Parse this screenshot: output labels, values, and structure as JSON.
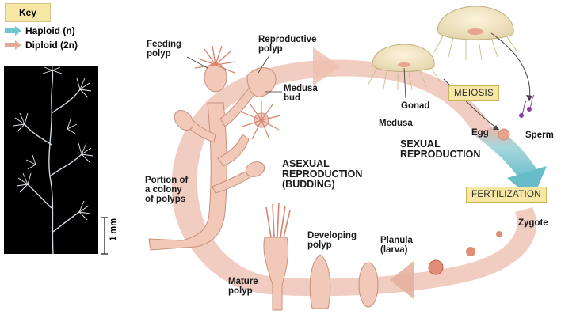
{
  "key": {
    "title": "Key",
    "haploid": "Haploid (n)",
    "diploid": "Diploid (2n)",
    "haploid_color": "#6fc6cf",
    "diploid_color": "#e6a898"
  },
  "scale_label": "1 mm",
  "labels": {
    "feeding_polyp": "Feeding\npolyp",
    "reproductive_polyp": "Reproductive\npolyp",
    "medusa_bud": "Medusa\nbud",
    "gonad": "Gonad",
    "medusa": "Medusa",
    "egg": "Egg",
    "sperm": "Sperm",
    "meiosis": "MEIOSIS",
    "sexual_reproduction": "SEXUAL\nREPRODUCTION",
    "asexual_reproduction": "ASEXUAL\nREPRODUCTION\n(BUDDING)",
    "fertilization": "FERTILIZATION",
    "zygote": "Zygote",
    "portion_colony": "Portion of\na colony\nof polyps",
    "developing_polyp": "Developing\npolyp",
    "planula": "Planula\n(larva)",
    "mature_polyp": "Mature\npolyp"
  }
}
